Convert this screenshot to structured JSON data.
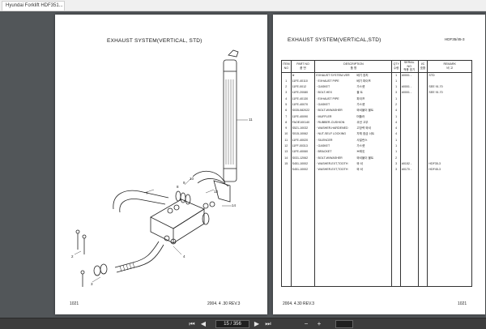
{
  "tab": {
    "title": "Hyundai Forklift HDF351..."
  },
  "left_page": {
    "title": "EXHAUST SYSTEM(VERTICAL, STD)",
    "page_code": "1021",
    "footer_date": "2004. 4 .30 REV.3",
    "callouts": [
      "1",
      "2",
      "3",
      "4",
      "5",
      "6",
      "7",
      "8",
      "9",
      "10",
      "11",
      "12",
      "13",
      "14",
      "15",
      "16"
    ]
  },
  "right_page": {
    "title": "EXHAUST SYSTEM(VERTICAL,STD)",
    "model_code": "HDF35/45-3",
    "footer_date": "2004. 4.30 REV.3",
    "page_code": "1021",
    "headers": {
      "item": "ITEM NO",
      "part": "PART NO",
      "part_kr": "품 번",
      "desc": "DESCRIPTION",
      "desc_kr": "품 명",
      "qty": "QTY",
      "qty_kr": "수량",
      "serial": "SERIAL NO",
      "serial_kr": "적용 호기",
      "ic": "I/C",
      "ic_kr": "호환",
      "remark": "REMARK",
      "remark_kr": "비 고"
    },
    "rows": [
      {
        "item": "",
        "part": "※",
        "desc": "EXHAUST SYSTEM-VER",
        "desc_kr": "배기 장치",
        "qty": "1",
        "serial": "#0001 -",
        "ic": "",
        "remark": "STD"
      },
      {
        "item": "1",
        "part": "11FE-40110",
        "desc": "· EXHAUST PIPE",
        "desc_kr": "배기 파이프",
        "qty": "1",
        "serial": "",
        "ic": "",
        "remark": ""
      },
      {
        "item": "2",
        "part": "11FE-0012",
        "desc": "· GASKET",
        "desc_kr": "가스켓",
        "qty": "1",
        "serial": "#0001 -",
        "ic": "",
        "remark": "SEE 91.70"
      },
      {
        "item": "3",
        "part": "11FE-20080",
        "desc": "· BOLT-HEX",
        "desc_kr": "볼 트",
        "qty": "3",
        "serial": "#0001 -",
        "ic": "",
        "remark": "SEE 91.70"
      },
      {
        "item": "4",
        "part": "11FE-40130",
        "desc": "· EXHAUST PIPE",
        "desc_kr": "파이프",
        "qty": "1",
        "serial": "",
        "ic": "",
        "remark": ""
      },
      {
        "item": "5",
        "part": "11FE-40070",
        "desc": "· GASKET",
        "desc_kr": "가스켓",
        "qty": "2",
        "serial": "",
        "ic": "",
        "remark": ""
      },
      {
        "item": "6",
        "part": "S035-082022",
        "desc": "· BOLT-W/WASHER",
        "desc_kr": "와셔붙이 볼트",
        "qty": "4",
        "serial": "",
        "ic": "",
        "remark": ""
      },
      {
        "item": "7",
        "part": "11FE-40090",
        "desc": "· MUFFLER",
        "desc_kr": "머플러",
        "qty": "1",
        "serial": "",
        "ic": "",
        "remark": ""
      },
      {
        "item": "8",
        "part": "FAOE100140",
        "desc": "· RUBBER-CUSHION",
        "desc_kr": "쿠션 고무",
        "qty": "4",
        "serial": "",
        "ic": "",
        "remark": ""
      },
      {
        "item": "9",
        "part": "S521-10032",
        "desc": "· WASHER-HARDENED",
        "desc_kr": "고장력 와셔",
        "qty": "4",
        "serial": "",
        "ic": "",
        "remark": ""
      },
      {
        "item": "10",
        "part": "S015-10062",
        "desc": "· NUT-SELF LOCKING",
        "desc_kr": "자체 잠금 너트",
        "qty": "4",
        "serial": "",
        "ic": "",
        "remark": ""
      },
      {
        "item": "11",
        "part": "11FE-40020",
        "desc": "· SILENCER",
        "desc_kr": "사일런스",
        "qty": "1",
        "serial": "",
        "ic": "",
        "remark": ""
      },
      {
        "item": "12",
        "part": "11FF-00313",
        "desc": "· GASKET",
        "desc_kr": "가스켓",
        "qty": "1",
        "serial": "",
        "ic": "",
        "remark": ""
      },
      {
        "item": "13",
        "part": "11FE-40060",
        "desc": "· BRACKET",
        "desc_kr": "브래킷",
        "qty": "1",
        "serial": "",
        "ic": "",
        "remark": ""
      },
      {
        "item": "14",
        "part": "S031-12062",
        "desc": "· BOLT-W/WASHER",
        "desc_kr": "와셔붙이 볼트",
        "qty": "2",
        "serial": "",
        "ic": "",
        "remark": ""
      },
      {
        "item": "15",
        "part": "S451-10002",
        "desc": "· WASHER-EXT,TOOTH",
        "desc_kr": "와 셔",
        "qty": "3",
        "serial": "#0152 -",
        "ic": "",
        "remark": "HDF35-3"
      },
      {
        "item": "",
        "part": "S451-10002",
        "desc": "· WASHER-EXT,TOOTH",
        "desc_kr": "와 셔",
        "qty": "3",
        "serial": "#0170 -",
        "ic": "",
        "remark": "HDF45-3"
      }
    ]
  },
  "toolbar": {
    "page_indicator": "15 / 356",
    "zoom_value": "",
    "prev_glyph": "◀",
    "next_glyph": "▶",
    "first_glyph": "⏮",
    "last_glyph": "⏭",
    "zoom_out_glyph": "−",
    "zoom_in_glyph": "+"
  },
  "colors": {
    "viewer_bg": "#525659",
    "page_bg": "#ffffff",
    "toolbar_bg": "#3c3c3c",
    "line": "#333333"
  }
}
